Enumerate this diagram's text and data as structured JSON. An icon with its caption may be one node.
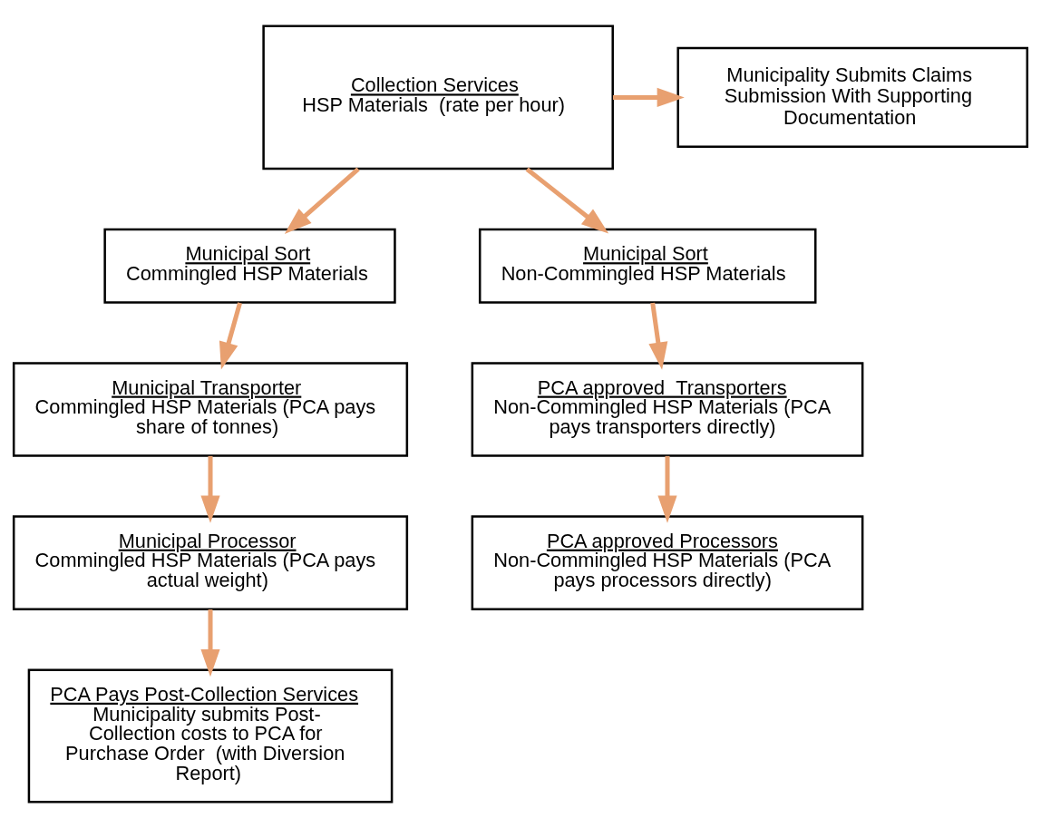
{
  "diagram": {
    "nodes": [
      {
        "text": [
          "Collection Services",
          "HSP Materials  (rate per hour)"
        ]
      },
      {
        "text": [
          "Municipality Submits Claims Submission With Supporting Documentation"
        ]
      },
      {
        "text": [
          "Municipal Sort",
          "Commingled HSP Materials"
        ]
      },
      {
        "text": [
          "Municipal Sort",
          "Non-Commingled HSP Materials"
        ]
      },
      {
        "text": [
          "Municipal Transporter",
          "Commingled HSP Materials (PCA pays share of tonnes)"
        ]
      },
      {
        "text": [
          "PCA approved  Transporters",
          "Non-Commingled HSP Materials (PCA pays transporters directly)"
        ]
      },
      {
        "text": [
          "Municipal Processor",
          "Commingled HSP Materials (PCA pays actual weight)"
        ]
      },
      {
        "text": [
          "PCA approved Processors",
          "Non-Commingled HSP Materials (PCA pays processors directly)"
        ]
      },
      {
        "text": [
          "PCA Pays Post-Collection Services",
          "Municipality submits Post-Collection costs to PCA for Purchase Order  (with Diversion Report)"
        ]
      }
    ],
    "edges": [
      {
        "from": 0,
        "to": 1,
        "arrow": "to"
      },
      {
        "from": 0,
        "to": 2,
        "arrow": "to"
      },
      {
        "from": 0,
        "to": 3,
        "arrow": "to"
      },
      {
        "from": 2,
        "to": 4,
        "arrow": "to"
      },
      {
        "from": 3,
        "to": 5,
        "arrow": "to"
      },
      {
        "from": 4,
        "to": 6,
        "arrow": "to"
      },
      {
        "from": 5,
        "to": 7,
        "arrow": "to"
      },
      {
        "from": 6,
        "to": 8,
        "arrow": "to"
      }
    ]
  }
}
